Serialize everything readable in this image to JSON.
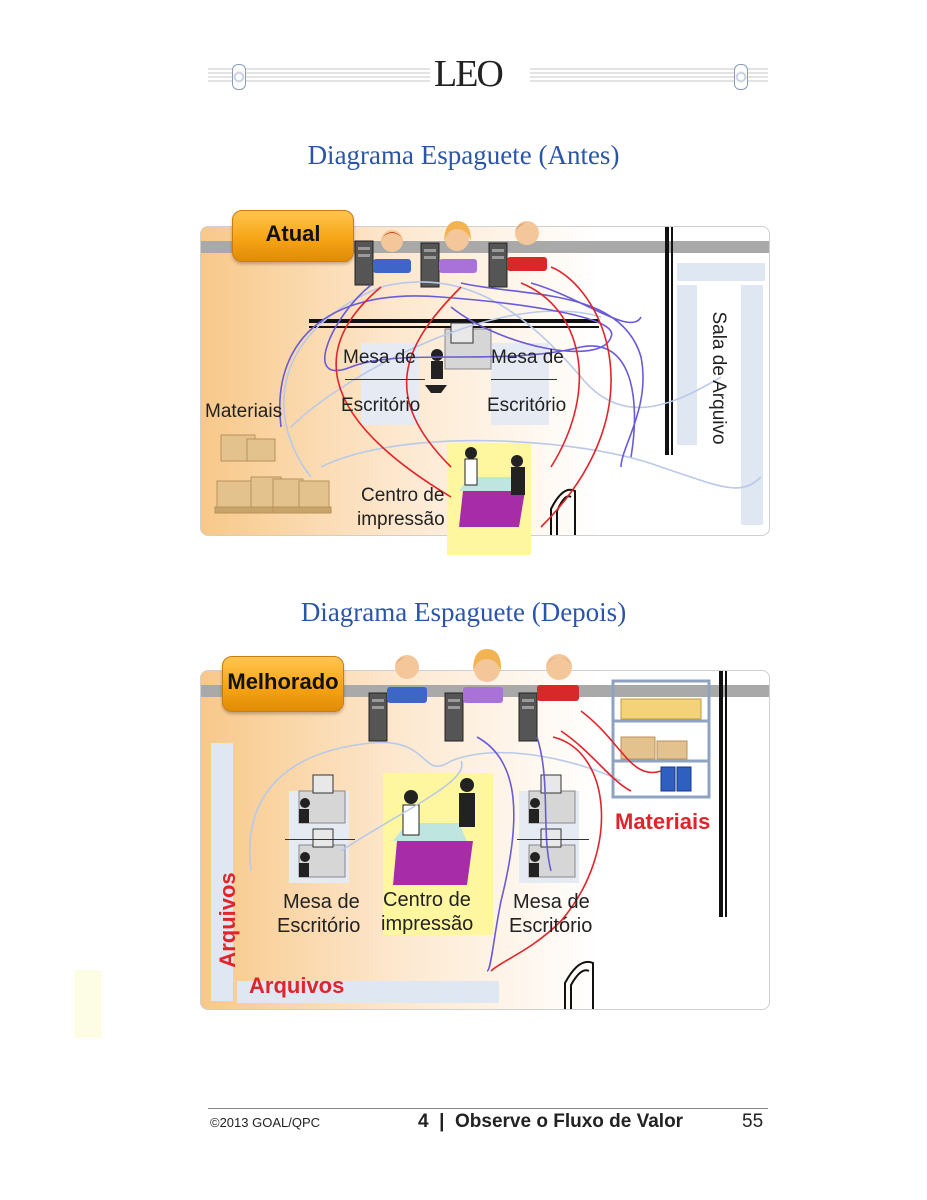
{
  "header": {
    "logo": "LEO"
  },
  "sections": [
    {
      "title": "Diagrama Espaguete (Antes)",
      "badge": "Atual",
      "labels": {
        "desk_left_top": "Mesa de",
        "desk_left_bottom": "Escritório",
        "desk_right_top": "Mesa de",
        "desk_right_bottom": "Escritório",
        "materials": "Materiais",
        "print_top": "Centro de",
        "print_bottom": "impressão",
        "archive_room": "Sala de Arquivo"
      }
    },
    {
      "title": "Diagrama Espaguete (Depois)",
      "badge": "Melhorado",
      "labels": {
        "desk_left_top": "Mesa de",
        "desk_left_bottom": "Escritório",
        "print_top": "Centro de",
        "print_bottom": "impressão",
        "desk_right_top": "Mesa de",
        "desk_right_bottom": "Escritório",
        "materials": "Materiais",
        "archive_vertical": "Arquivos",
        "archive_horizontal": "Arquivos"
      }
    }
  ],
  "footer": {
    "copyright": "©2013 GOAL/QPC",
    "chapter": "4  |  Observe o Fluxo de Valor",
    "page": "55"
  },
  "colors": {
    "title_blue": "#2a55a8",
    "badge_orange": "#f7a516",
    "path_red": "#e2242a",
    "path_purple": "#6a5bd6",
    "path_lightblue": "#b9c9e8",
    "label_red": "#e2242a"
  }
}
